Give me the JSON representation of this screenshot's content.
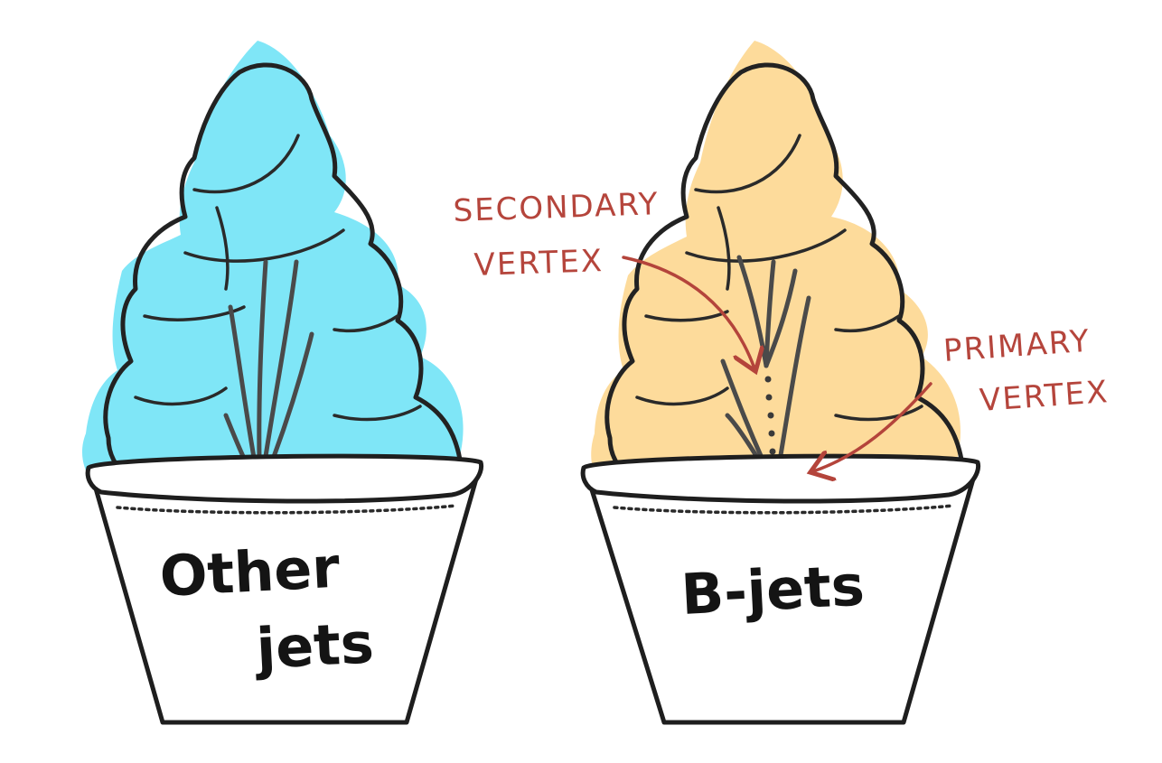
{
  "left_cup": {
    "label_line1": "Other",
    "label_line2": "jets"
  },
  "right_cup": {
    "label": "B-jets"
  },
  "annotations": {
    "secondary_line1": "SECONDARY",
    "secondary_line2": "VERTEX",
    "primary_line1": "PRIMARY",
    "primary_line2": "VERTEX"
  },
  "colors": {
    "left_swirl": "#7fe6f7",
    "right_swirl": "#fddb9b",
    "ink": "#222222",
    "annotation": "#b5453c",
    "cup": "#ffffff"
  },
  "icons": {
    "left_swirl": "soft-serve-swirl-icon",
    "right_swirl": "soft-serve-swirl-icon"
  }
}
